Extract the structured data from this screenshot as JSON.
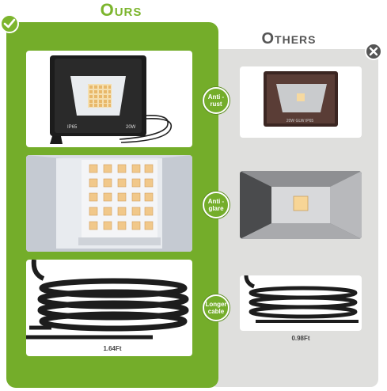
{
  "header": {
    "ours_label": "Ours",
    "others_label": "Others",
    "check_icon": "check-icon",
    "close_icon": "close-icon"
  },
  "ours": {
    "panel_color": "#74ad2a",
    "light_labels": {
      "rating": "IP65",
      "wattage": "20W"
    },
    "cable_length": "1.64Ft"
  },
  "others": {
    "panel_color": "#dfdfdd",
    "light_label": "20W   GLW   IP65",
    "cable_length": "0.98Ft"
  },
  "features": [
    {
      "label": "Anti -rust"
    },
    {
      "label": "Anti -glare"
    },
    {
      "label": "Longer cable"
    }
  ],
  "colors": {
    "accent": "#7cb52d",
    "dark": "#555555"
  }
}
